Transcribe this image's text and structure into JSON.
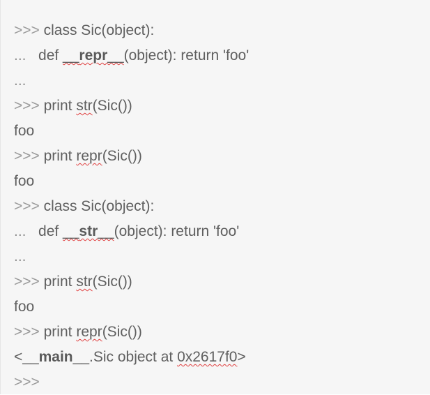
{
  "lines": [
    {
      "type": "input",
      "prompt": ">>>",
      "parts": [
        {
          "text": " class Sic(object):"
        }
      ]
    },
    {
      "type": "cont",
      "prompt": "...",
      "parts": [
        {
          "text": "   def "
        },
        {
          "text": "__repr__",
          "spell": true,
          "bold_inner": "repr"
        },
        {
          "text": "(object): return 'foo'"
        }
      ]
    },
    {
      "type": "cont",
      "prompt": "...",
      "parts": []
    },
    {
      "type": "input",
      "prompt": ">>>",
      "parts": [
        {
          "text": " print "
        },
        {
          "text": "str",
          "spell": true
        },
        {
          "text": "(Sic())"
        }
      ]
    },
    {
      "type": "output",
      "parts": [
        {
          "text": "foo"
        }
      ]
    },
    {
      "type": "input",
      "prompt": ">>>",
      "parts": [
        {
          "text": " print "
        },
        {
          "text": "repr",
          "spell": true
        },
        {
          "text": "(Sic())"
        }
      ]
    },
    {
      "type": "output",
      "parts": [
        {
          "text": "foo"
        }
      ]
    },
    {
      "type": "input",
      "prompt": ">>>",
      "parts": [
        {
          "text": " class Sic(object):"
        }
      ]
    },
    {
      "type": "cont",
      "prompt": "...",
      "parts": [
        {
          "text": "   def "
        },
        {
          "text": "__str__",
          "spell": true,
          "bold_inner": "str"
        },
        {
          "text": "(object): return 'foo'"
        }
      ]
    },
    {
      "type": "cont",
      "prompt": "...",
      "parts": []
    },
    {
      "type": "input",
      "prompt": ">>>",
      "parts": [
        {
          "text": " print "
        },
        {
          "text": "str",
          "spell": true
        },
        {
          "text": "(Sic())"
        }
      ]
    },
    {
      "type": "output",
      "parts": [
        {
          "text": "foo"
        }
      ]
    },
    {
      "type": "input",
      "prompt": ">>>",
      "parts": [
        {
          "text": " print "
        },
        {
          "text": "repr",
          "spell": true
        },
        {
          "text": "(Sic())"
        }
      ]
    },
    {
      "type": "output",
      "parts": [
        {
          "text": "<"
        },
        {
          "text": "__main__",
          "bold_inner": "main"
        },
        {
          "text": ".Sic object at "
        },
        {
          "text": "0x2617f0",
          "spell": true
        },
        {
          "text": ">"
        }
      ]
    },
    {
      "type": "input",
      "prompt": ">>>",
      "parts": []
    }
  ]
}
